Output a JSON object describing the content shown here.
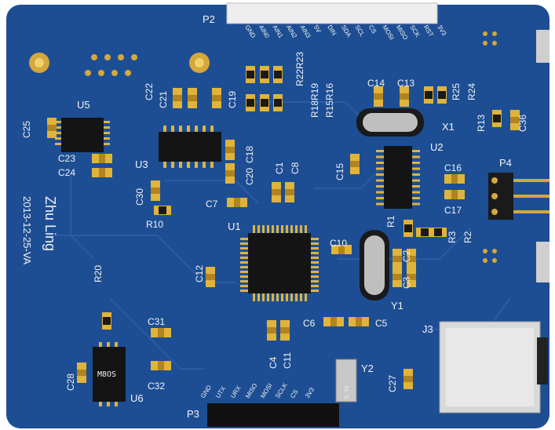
{
  "board": {
    "colors": {
      "pcb": "#1d4e94",
      "pcb_dark": "#173f7a",
      "trace": "#2a5ca6",
      "pad": "#e0b33a",
      "pad_dark": "#b08420",
      "silk": "#f2f2f2",
      "chip": "#141414",
      "crystal": "#bfbfbf"
    },
    "author_text": "Zhu Ling",
    "date_text": "2013-12-25-VA"
  },
  "connectors": {
    "p2": {
      "ref": "P2",
      "pins": [
        "GND",
        "AIN0",
        "AIN1",
        "AIN2",
        "AIN3",
        "5V",
        "DIN",
        "SDA",
        "SCL",
        "CS",
        "MOSI",
        "MISO",
        "SCK",
        "RST",
        "3V3"
      ]
    },
    "p3": {
      "ref": "P3",
      "pins": [
        "GND",
        "UTX",
        "URX",
        "MISO",
        "MOSI",
        "SCLK",
        "CS",
        "3V3"
      ]
    },
    "p4": {
      "ref": "P4"
    },
    "j3": {
      "ref": "J3"
    }
  },
  "components": {
    "u1": "U1",
    "u2": "U2",
    "u3": "U3",
    "u5": "U5",
    "u6": "U6",
    "x1": "X1",
    "y1": "Y1",
    "y2": "Y2",
    "c2": "C2",
    "c3": "C3",
    "c4": "C4",
    "c5": "C5",
    "c6": "C6",
    "c7": "C7",
    "c8": "C8",
    "c10": "C10",
    "c11": "C11",
    "c12": "C12",
    "c13": "C13",
    "c14": "C14",
    "c15": "C15",
    "c16": "C16",
    "c17": "C17",
    "c18": "C18",
    "c19": "C19",
    "c20": "C20",
    "c21": "C21",
    "c22": "C22",
    "c23": "C23",
    "c24": "C24",
    "c25": "C25",
    "c27": "C27",
    "c28": "C28",
    "c30": "C30",
    "c31": "C31",
    "c32": "C32",
    "c36": "C36",
    "c1": "C1",
    "r1": "R1",
    "r2": "R2",
    "r3": "R3",
    "r10": "R10",
    "r13": "R13",
    "r15": "R15",
    "r16": "R16",
    "r18": "R18",
    "r19": "R19",
    "r20": "R20",
    "r22": "R22",
    "r23": "R23",
    "r24": "R24",
    "r25": "R25",
    "u6_marking": "M8OS",
    "y2_marking": "S.TO"
  }
}
